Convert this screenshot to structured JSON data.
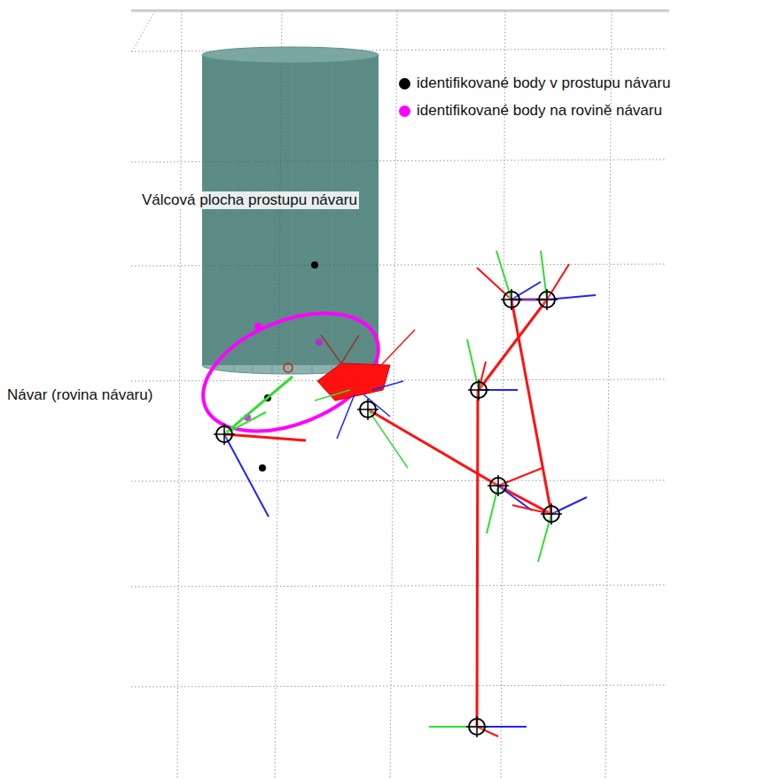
{
  "diagram": {
    "labels": [
      "Válcová plocha prostupu návaru",
      "Návar (rovina návaru)"
    ],
    "legend": [
      {
        "text": "identifikované body v prostupu návaru",
        "color": "#000000"
      },
      {
        "text": "identifikované body na rovině návaru",
        "color": "#ff00ff"
      }
    ]
  }
}
